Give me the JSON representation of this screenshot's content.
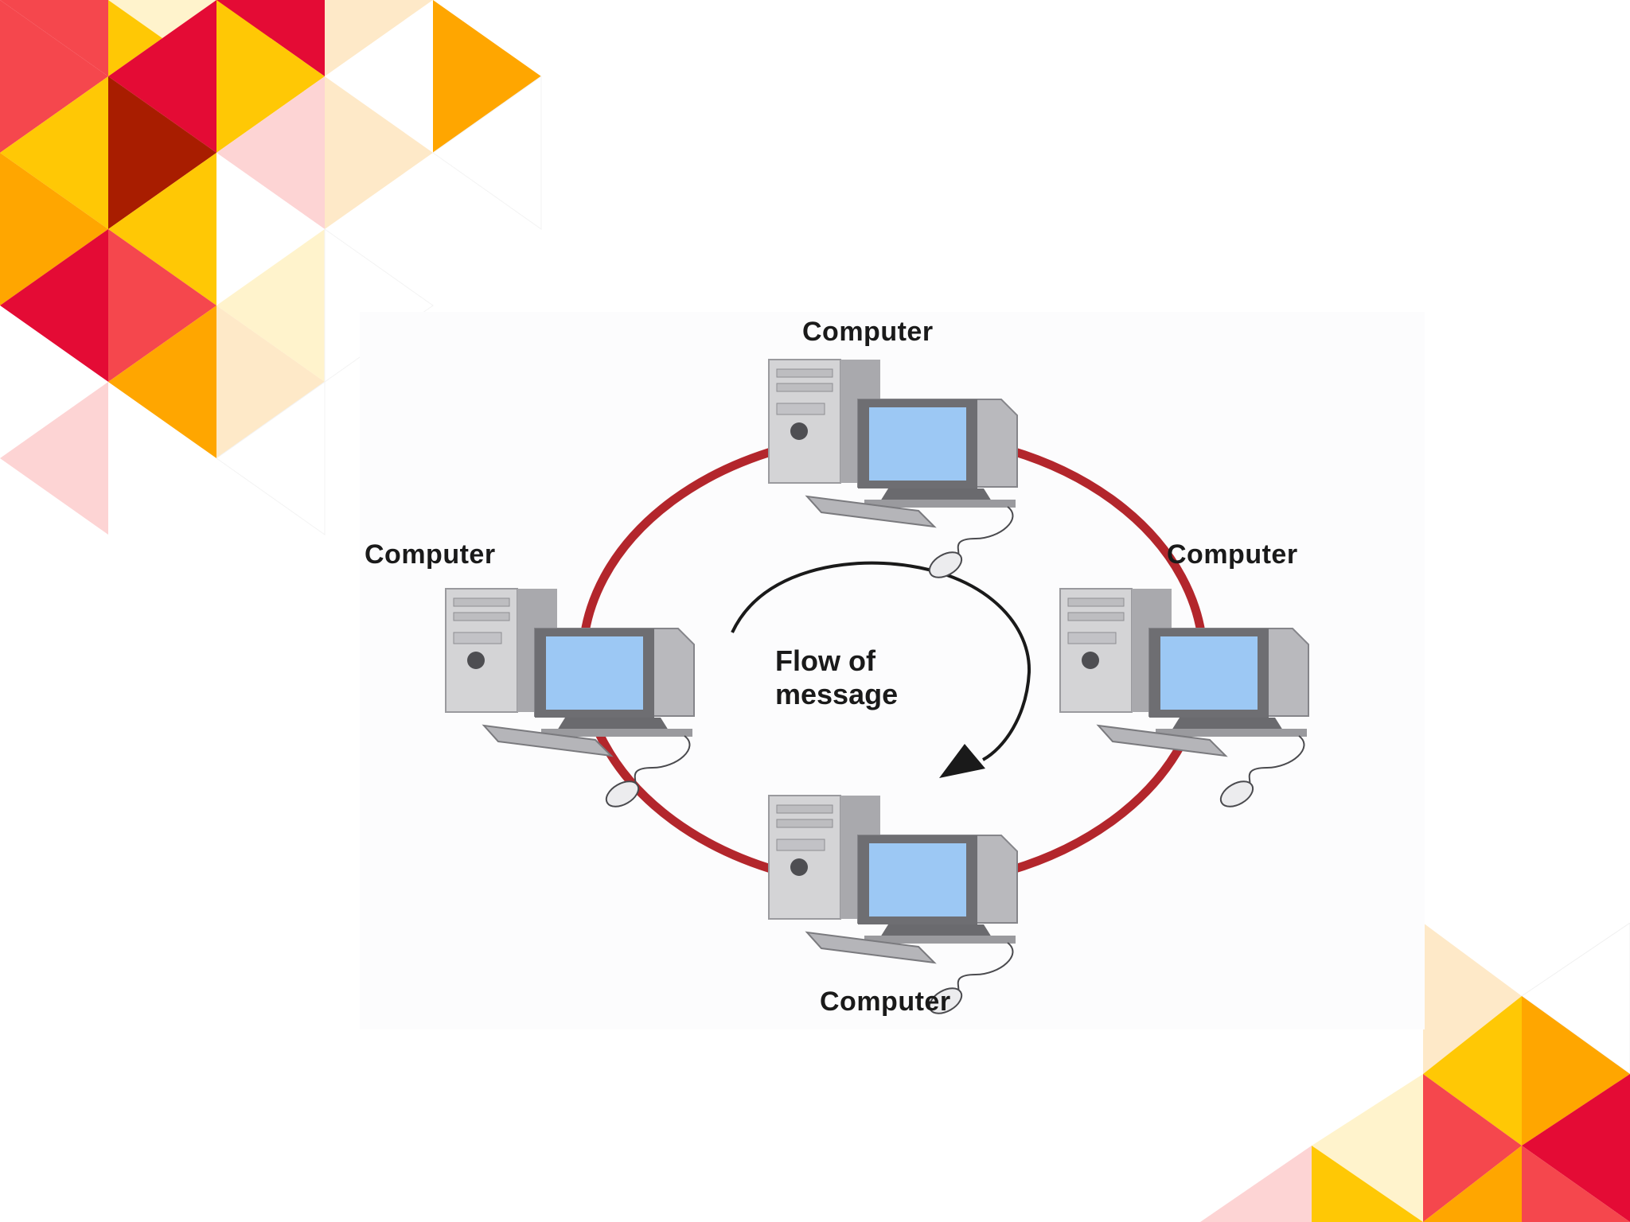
{
  "diagram": {
    "nodes": [
      {
        "id": "top",
        "label": "Computer"
      },
      {
        "id": "left",
        "label": "Computer"
      },
      {
        "id": "right",
        "label": "Computer"
      },
      {
        "id": "bottom",
        "label": "Computer"
      }
    ],
    "center_text": {
      "line1": "Flow of",
      "line2": "message"
    },
    "ring_color": "#b3262c",
    "arrow_direction": "clockwise"
  },
  "decor": {
    "palette": [
      "#f5474d",
      "#e40b35",
      "#ffc805",
      "#ffa600",
      "#a81d00",
      "#fdd4d4",
      "#fee9c8",
      "#fff3cc"
    ]
  }
}
